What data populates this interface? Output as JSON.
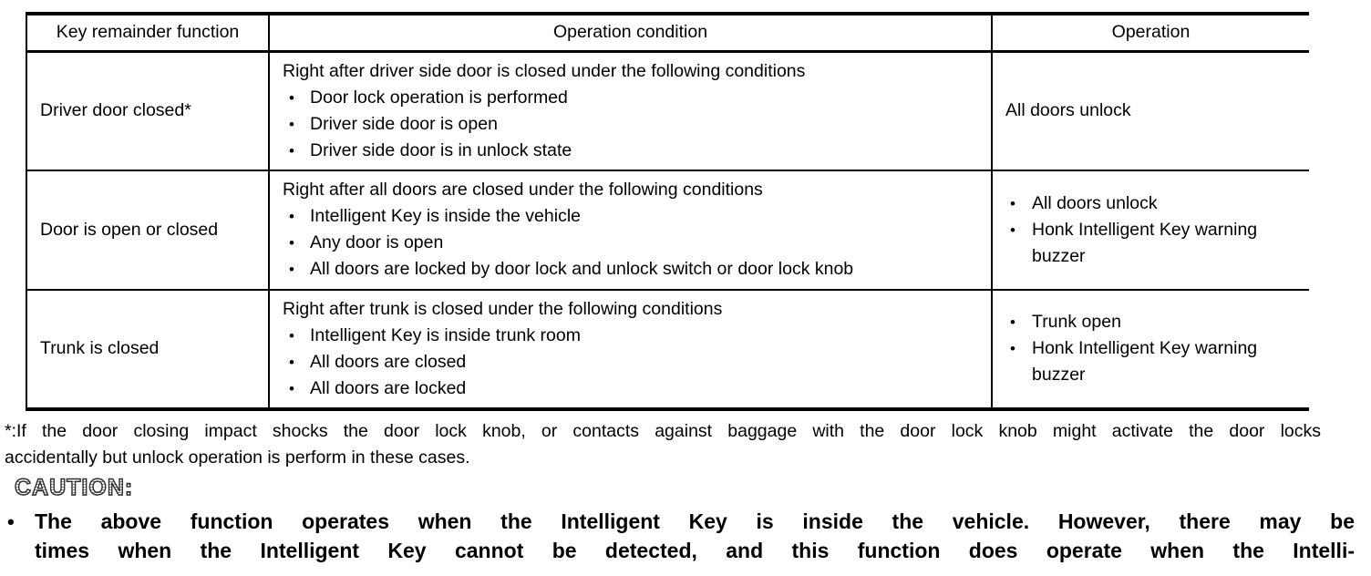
{
  "table": {
    "headers": [
      "Key remainder function",
      "Operation condition",
      "Operation"
    ],
    "rows": [
      {
        "function": "Driver door closed*",
        "condition_intro": "Right after driver side door is closed under the following conditions",
        "condition_items": [
          "Door lock operation is performed",
          "Driver side door is open",
          "Driver side door is in unlock state"
        ],
        "operation_text": "All doors unlock"
      },
      {
        "function": "Door is open or closed",
        "condition_intro": "Right after all doors are closed under the following conditions",
        "condition_items": [
          "Intelligent Key is inside the vehicle",
          "Any door is open",
          "All doors are locked by door lock and unlock switch or door lock knob"
        ],
        "operation_items": [
          "All doors unlock",
          "Honk Intelligent Key warning buzzer"
        ]
      },
      {
        "function": "Trunk is closed",
        "condition_intro": "Right after trunk is closed under the following conditions",
        "condition_items": [
          "Intelligent Key is inside trunk room",
          "All doors are closed",
          "All doors are locked"
        ],
        "operation_items": [
          "Trunk open",
          "Honk Intelligent Key warning buzzer"
        ]
      }
    ]
  },
  "footnote": {
    "lines": [
      "*:If the door closing impact shocks the door lock knob, or contacts against baggage with the door lock knob might activate the door locks",
      "accidentally but unlock operation is perform in these cases."
    ]
  },
  "caution": {
    "heading": "CAUTION:",
    "bullet_lines": [
      "The above function operates when the Intelligent Key is inside the vehicle. However, there may be",
      "times when the Intelligent Key cannot be detected, and this function does operate when the Intelli-"
    ]
  }
}
